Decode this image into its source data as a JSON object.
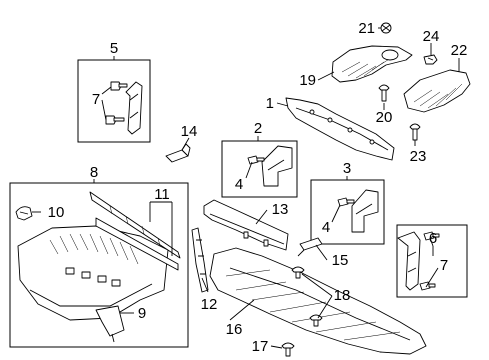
{
  "diagram": {
    "callouts": {
      "c1": "1",
      "c2": "2",
      "c3": "3",
      "c4a": "4",
      "c4b": "4",
      "c5": "5",
      "c6": "6",
      "c7a": "7",
      "c7b": "7",
      "c8": "8",
      "c9": "9",
      "c10": "10",
      "c11": "11",
      "c12": "12",
      "c13": "13",
      "c14": "14",
      "c15": "15",
      "c16": "16",
      "c17": "17",
      "c18": "18",
      "c19": "19",
      "c20": "20",
      "c21": "21",
      "c22": "22",
      "c23": "23",
      "c24": "24"
    }
  }
}
